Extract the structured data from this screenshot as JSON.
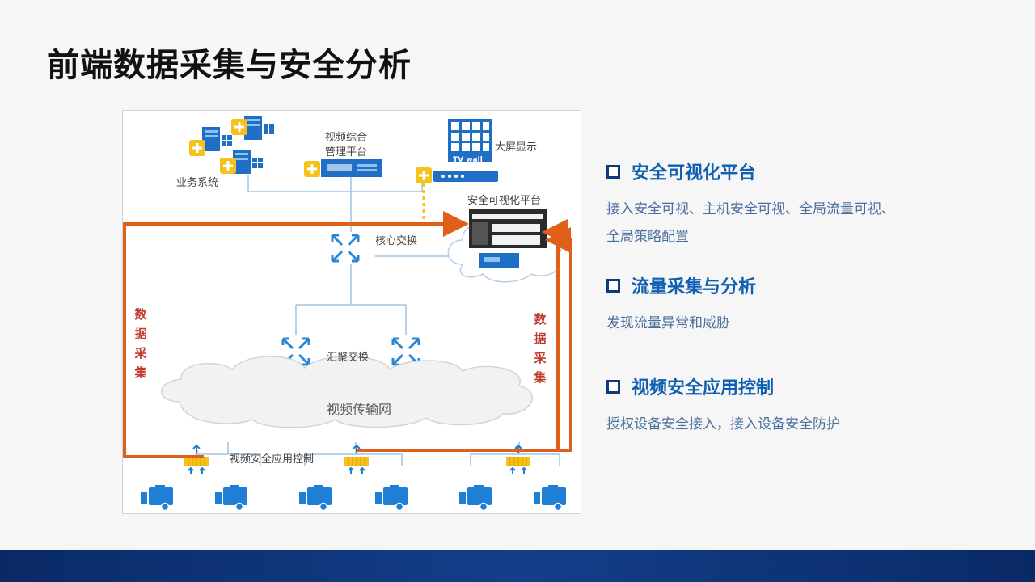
{
  "slide": {
    "title": "前端数据采集与安全分析"
  },
  "diagram": {
    "labels": {
      "business_system": "业务系统",
      "video_platform_line1": "视频综合",
      "video_platform_line2": "管理平台",
      "big_screen": "大屏显示",
      "tv_wall": "TV wall",
      "security_platform": "安全可视化平台",
      "core_switch": "核心交换",
      "aggregation_switch": "汇聚交换",
      "video_network": "视频传输网",
      "video_app_control": "视频安全应用控制",
      "data_collection_left": "数据采集",
      "data_collection_right": "数据采集"
    },
    "colors": {
      "flow_arrow": "#e0601a",
      "device_blue": "#1f7fd6",
      "accent_yellow": "#f5c21b"
    }
  },
  "sections": [
    {
      "title": "安全可视化平台",
      "desc": "接入安全可视、主机安全可视、全局流量可视、全局策略配置"
    },
    {
      "title": "流量采集与分析",
      "desc": "发现流量异常和威胁"
    },
    {
      "title": "视频安全应用控制",
      "desc": "授权设备安全接入，接入设备安全防护"
    }
  ]
}
